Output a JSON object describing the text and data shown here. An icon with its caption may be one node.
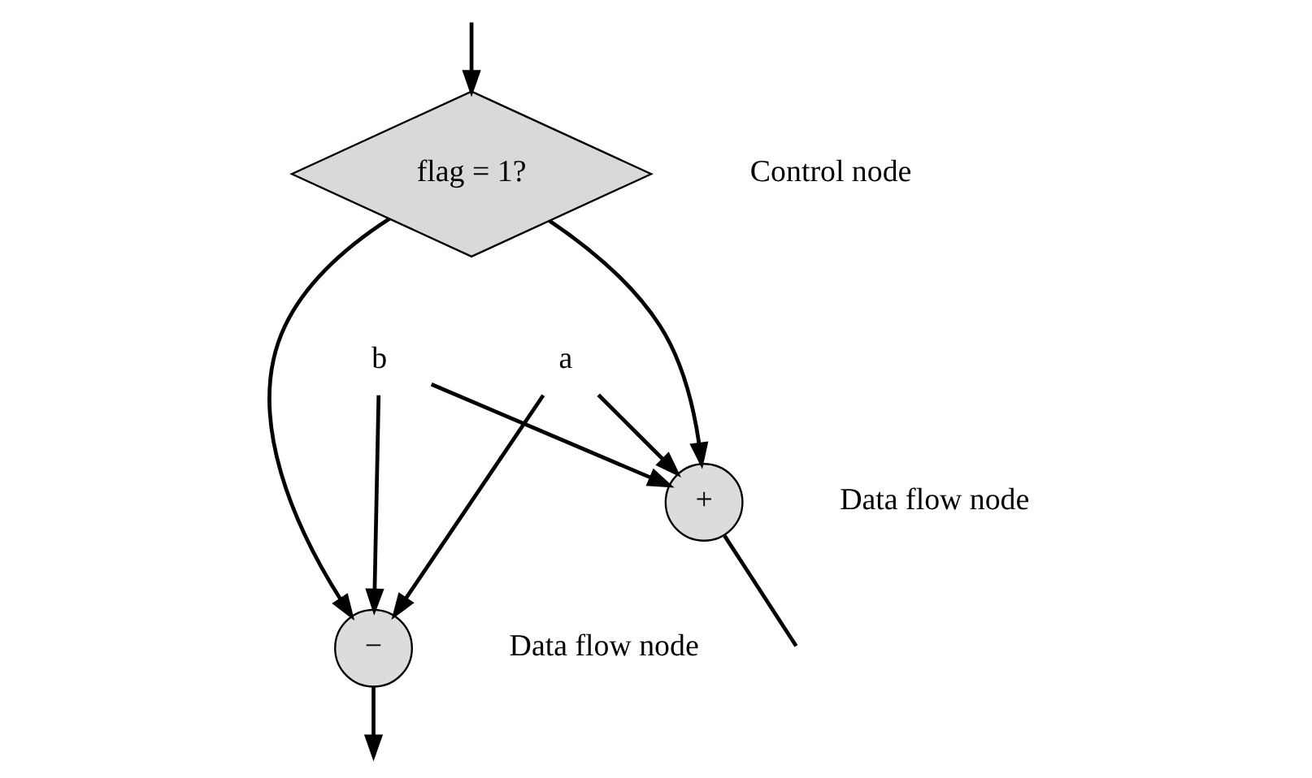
{
  "diagram": {
    "nodes": [
      {
        "text": [
          "flag = 1?"
        ],
        "beside": [
          "Control node"
        ]
      },
      {
        "text": [
          "a"
        ]
      },
      {
        "text": [
          "b"
        ]
      },
      {
        "text": [
          "+"
        ],
        "beside": [
          "Data flow node"
        ]
      },
      {
        "text": [
          "−"
        ],
        "beside": [
          "Data flow node"
        ]
      }
    ],
    "edges": [
      {
        "from": null,
        "to": 0,
        "arrow": "to"
      },
      {
        "from": 0,
        "to": 3,
        "arrow": "to"
      },
      {
        "from": 0,
        "to": 4,
        "arrow": "to"
      },
      {
        "from": 1,
        "to": 3,
        "arrow": "to"
      },
      {
        "from": 1,
        "to": 4,
        "arrow": "to"
      },
      {
        "from": 2,
        "to": 3,
        "arrow": "to"
      },
      {
        "from": 2,
        "to": 4,
        "arrow": "to"
      },
      {
        "from": 3,
        "to": null,
        "arrow": "none"
      },
      {
        "from": 4,
        "to": null,
        "arrow": "to"
      }
    ]
  }
}
